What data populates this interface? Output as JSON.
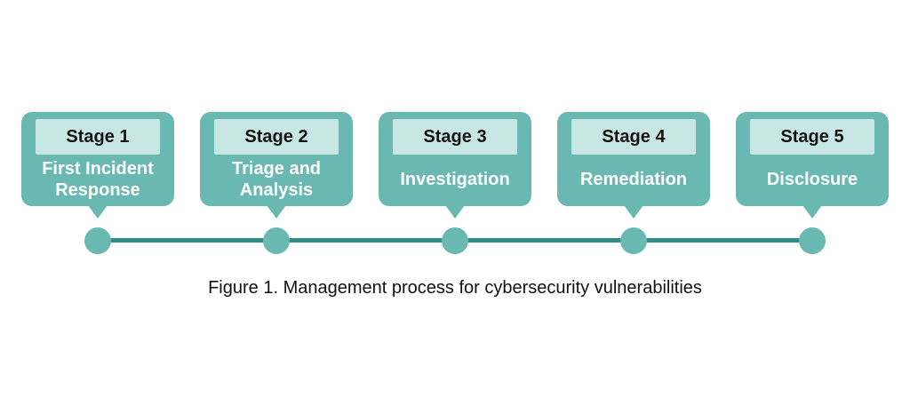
{
  "diagram": {
    "stages": [
      {
        "header": "Stage 1",
        "label": "First Incident Response"
      },
      {
        "header": "Stage 2",
        "label": "Triage and Analysis"
      },
      {
        "header": "Stage 3",
        "label": "Investigation"
      },
      {
        "header": "Stage 4",
        "label": "Remediation"
      },
      {
        "header": "Stage 5",
        "label": "Disclosure"
      }
    ],
    "caption": "Figure 1. Management process for cybersecurity vulnerabilities"
  },
  "colors": {
    "box": "#6ab8b2",
    "header_bg": "#c8e7e4",
    "track": "#2f8f86",
    "node": "#6ab8b2"
  }
}
